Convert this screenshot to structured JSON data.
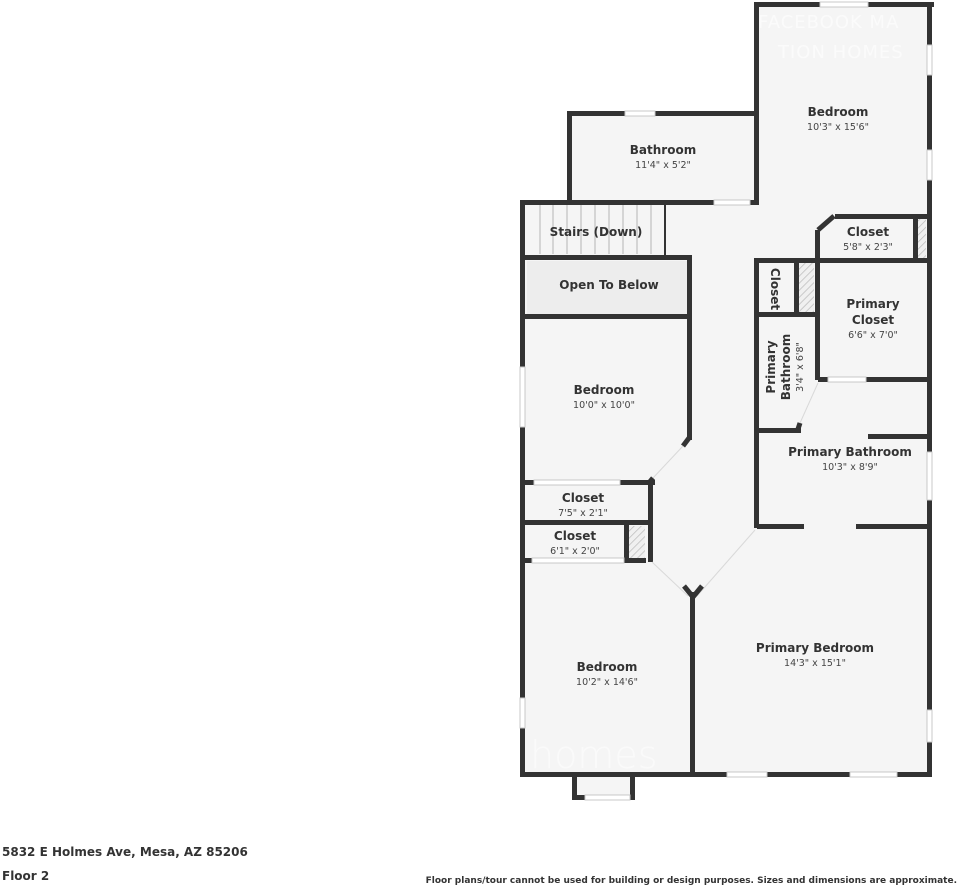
{
  "rooms": [
    {
      "id": "bedroom-ne",
      "name": "Bedroom",
      "dims": "10'3\" x 15'6\""
    },
    {
      "id": "bathroom",
      "name": "Bathroom",
      "dims": "11'4\" x 5'2\""
    },
    {
      "id": "stairs",
      "name": "Stairs (Down)",
      "dims": ""
    },
    {
      "id": "open-to-below",
      "name": "Open To Below",
      "dims": ""
    },
    {
      "id": "closet-ne",
      "name": "Closet",
      "dims": "5'8\" x 2'3\""
    },
    {
      "id": "closet-narrow",
      "name": "Closet",
      "dims": ""
    },
    {
      "id": "primary-closet",
      "name_line1": "Primary",
      "name_line2": "Closet",
      "dims": "6'6\" x 7'0\""
    },
    {
      "id": "primary-bath-small",
      "name_line1": "Primary",
      "name_line2": "Bathroom",
      "dims": "3'4\" x 6'8\""
    },
    {
      "id": "bedroom-w",
      "name": "Bedroom",
      "dims": "10'0\" x 10'0\""
    },
    {
      "id": "primary-bathroom",
      "name": "Primary Bathroom",
      "dims": "10'3\" x 8'9\""
    },
    {
      "id": "closet-w1",
      "name": "Closet",
      "dims": "7'5\" x 2'1\""
    },
    {
      "id": "closet-w2",
      "name": "Closet",
      "dims": "6'1\" x 2'0\""
    },
    {
      "id": "primary-bedroom",
      "name": "Primary Bedroom",
      "dims": "14'3\" x 15'1\""
    },
    {
      "id": "bedroom-sw",
      "name": "Bedroom",
      "dims": "10'2\" x 14'6\""
    }
  ],
  "watermarks": {
    "top_line1": "FACEBOOK MA",
    "top_line2": "TION HOMES",
    "bottom": "homes"
  },
  "footer": {
    "address": "5832 E Holmes Ave, Mesa, AZ 85206",
    "floor": "Floor 2",
    "disclaimer": "Floor plans/tour cannot be used for building or design purposes. Sizes and dimensions are approximate."
  },
  "colors": {
    "wall": "#333333",
    "floor": "#f5f5f5",
    "background": "#ffffff"
  }
}
